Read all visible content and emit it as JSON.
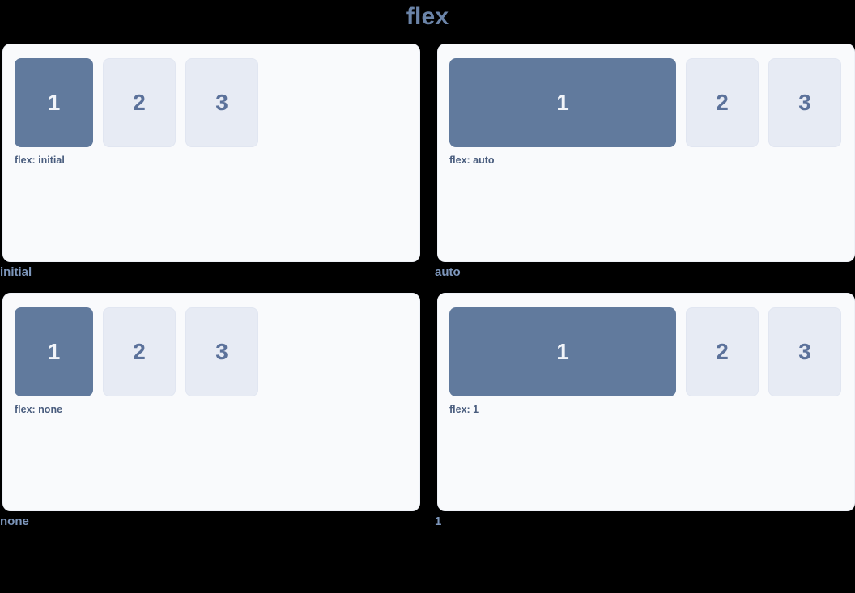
{
  "title": "flex",
  "theme": {
    "background": "#000000",
    "card_background": "#f9fafc",
    "card_border": "#eef1f7",
    "filled_box": "#617a9d",
    "filled_box_text": "#f1f4f9",
    "plain_box": "#e7ebf4",
    "plain_box_text": "#5b719a",
    "caption_text": "#4a5d7e",
    "label_text": "#7d96bb",
    "title_text": "#6b84a8"
  },
  "demos": [
    {
      "label": "initial",
      "caption": "flex: initial",
      "mode": "initial",
      "boxes": [
        {
          "text": "1",
          "style": "filled"
        },
        {
          "text": "2",
          "style": "plain"
        },
        {
          "text": "3",
          "style": "plain"
        }
      ]
    },
    {
      "label": "auto",
      "caption": "flex: auto",
      "mode": "auto",
      "boxes": [
        {
          "text": "1",
          "style": "filled"
        },
        {
          "text": "2",
          "style": "plain"
        },
        {
          "text": "3",
          "style": "plain"
        }
      ]
    },
    {
      "label": "none",
      "caption": "flex: none",
      "mode": "none",
      "boxes": [
        {
          "text": "1",
          "style": "filled"
        },
        {
          "text": "2",
          "style": "plain"
        },
        {
          "text": "3",
          "style": "plain"
        }
      ]
    },
    {
      "label": "1",
      "caption": "flex: 1",
      "mode": "one",
      "boxes": [
        {
          "text": "1",
          "style": "filled"
        },
        {
          "text": "2",
          "style": "plain"
        },
        {
          "text": "3",
          "style": "plain"
        }
      ]
    }
  ]
}
